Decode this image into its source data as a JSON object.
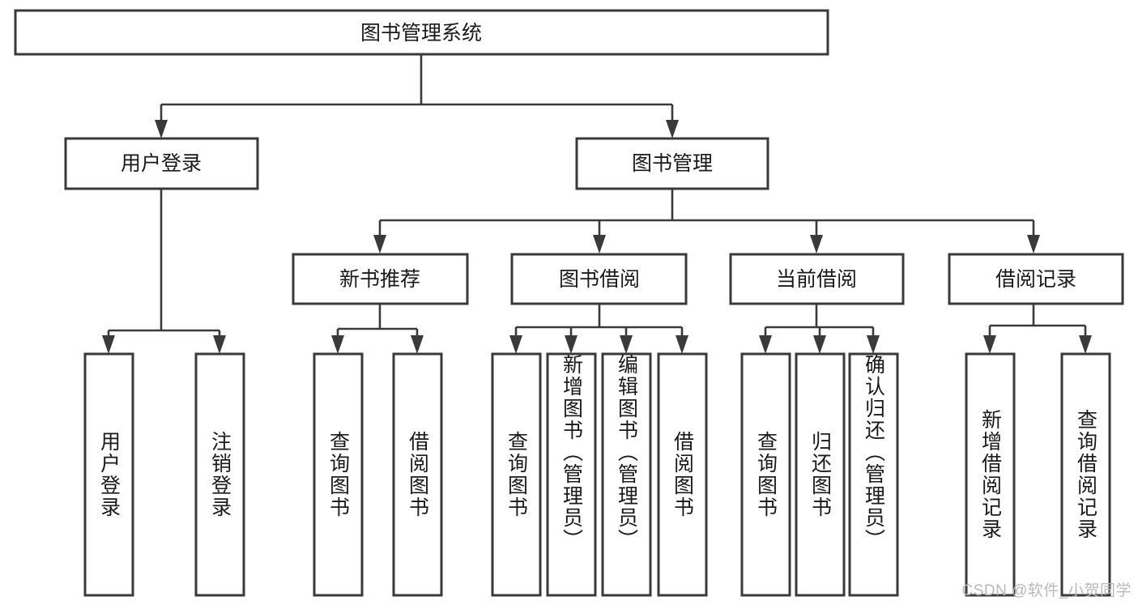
{
  "diagram": {
    "type": "tree",
    "title": "图书管理系统",
    "watermark": "CSDN @软件_小贺同学",
    "colors": {
      "box_stroke": "#3a3a3a",
      "box_fill": "#ffffff",
      "text": "#1a1a1a",
      "connector": "#3a3a3a",
      "watermark": "#b9b9b9",
      "background": "#ffffff"
    },
    "levels": {
      "root": {
        "label": "图书管理系统"
      },
      "level2": [
        {
          "label": "用户登录"
        },
        {
          "label": "图书管理"
        }
      ],
      "level3": [
        {
          "label": "新书推荐"
        },
        {
          "label": "图书借阅"
        },
        {
          "label": "当前借阅"
        },
        {
          "label": "借阅记录"
        }
      ],
      "leaves": {
        "user_login": [
          {
            "label": "用户登录"
          },
          {
            "label": "注销登录"
          }
        ],
        "new_book_recommend": [
          {
            "label": "查询图书"
          },
          {
            "label": "借阅图书"
          }
        ],
        "book_borrow": [
          {
            "label": "查询图书"
          },
          {
            "label": "新增图书（管理员）"
          },
          {
            "label": "编辑图书（管理员）"
          },
          {
            "label": "借阅图书"
          }
        ],
        "current_borrow": [
          {
            "label": "查询图书"
          },
          {
            "label": "归还图书"
          },
          {
            "label": "确认归还（管理员）"
          }
        ],
        "borrow_record": [
          {
            "label": "新增借阅记录"
          },
          {
            "label": "查询借阅记录"
          }
        ]
      }
    }
  }
}
